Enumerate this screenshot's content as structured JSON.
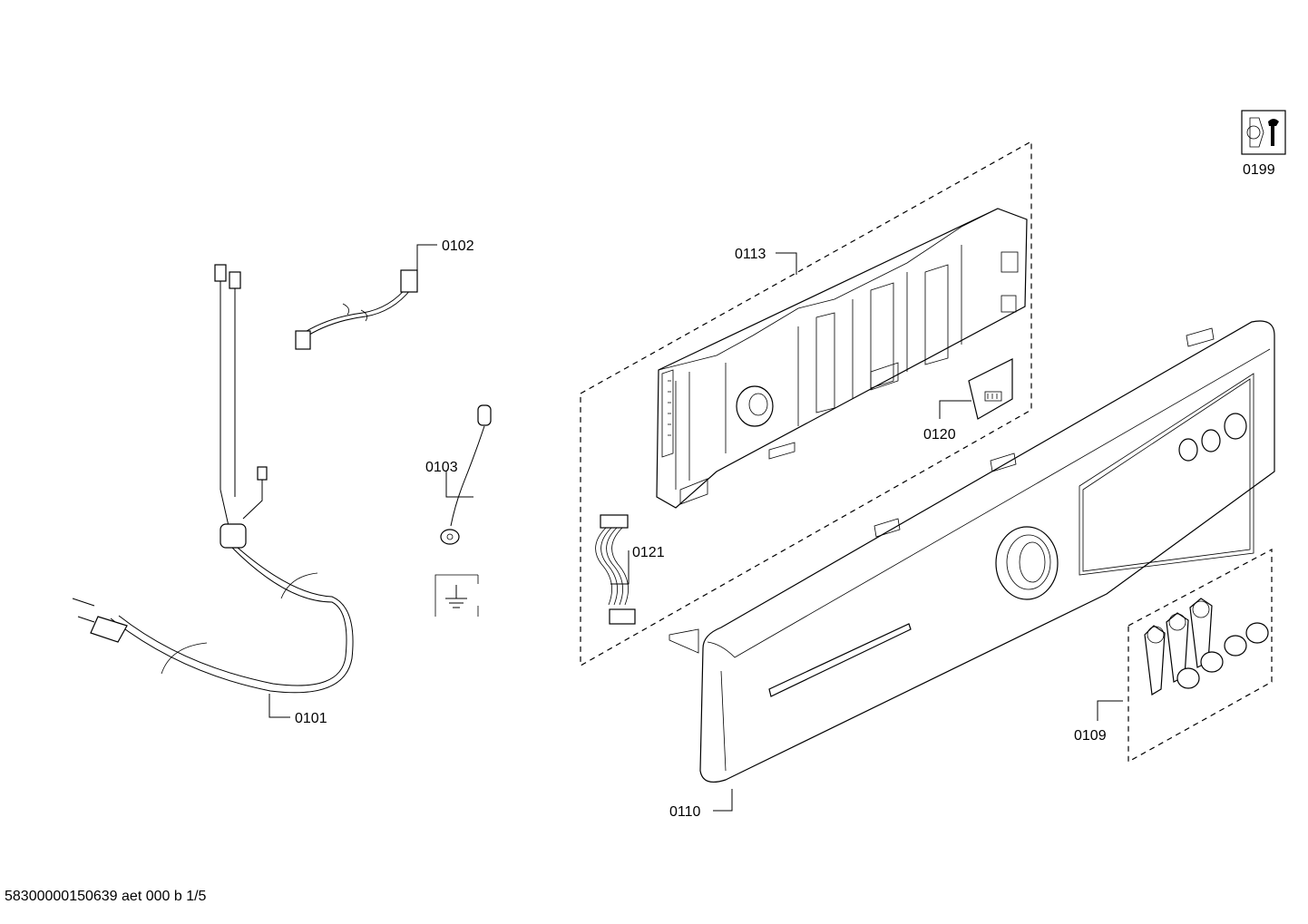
{
  "callouts": {
    "p0101": "0101",
    "p0102": "0102",
    "p0103": "0103",
    "p0109": "0109",
    "p0110": "0110",
    "p0113": "0113",
    "p0120": "0120",
    "p0121": "0121",
    "p0199": "0199"
  },
  "icons": {
    "tool": "wrench-icon",
    "ground": "ground-symbol-icon"
  },
  "footer": {
    "doc_id": "58300000150639 aet 000 b 1/5"
  }
}
